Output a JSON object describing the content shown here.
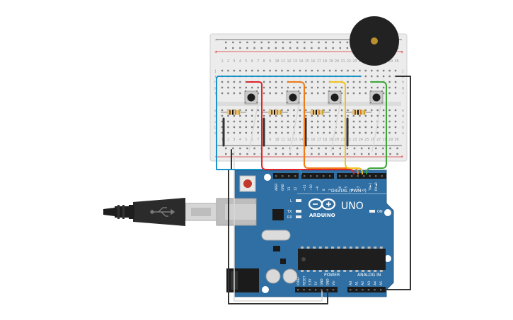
{
  "breadboard": {
    "row_letters": [
      "j",
      "i",
      "h",
      "g",
      "f",
      "e",
      "d",
      "c",
      "b",
      "a"
    ],
    "rail_plus": "+",
    "rail_minus": "-"
  },
  "arduino": {
    "model": "UNO",
    "brand": "ARDUINO",
    "digital_label": "DIGITAL (PWM~)",
    "analog_label": "ANALOG IN",
    "power_label": "POWER",
    "on_label": "ON",
    "led_labels": {
      "l": "L",
      "tx": "TX",
      "rx": "RX"
    },
    "top_pin_labels": [
      "AREF",
      "GND",
      "13",
      "12",
      "~11",
      "~10",
      "~9",
      "8",
      "7",
      "~6",
      "~5",
      "4",
      "~3",
      "2",
      "TX►1",
      "RX◄0"
    ],
    "power_pin_labels": [
      "IOREF",
      "RESET",
      "3.3V",
      "5V",
      "GND",
      "GND",
      "Vin"
    ],
    "analog_pin_labels": [
      "A0",
      "A1",
      "A2",
      "A3",
      "A4",
      "A5"
    ]
  },
  "wire_colors": {
    "blue": "#1a93c9",
    "red": "#e0262b",
    "orange": "#ef7c17",
    "yellow": "#f2c31c",
    "green": "#3ea83a",
    "black": "#333333",
    "white": "#d8d8d8"
  },
  "colors": {
    "board": "#2f6fa3",
    "breadboard": "#ececec",
    "buzzer": "#222222"
  }
}
